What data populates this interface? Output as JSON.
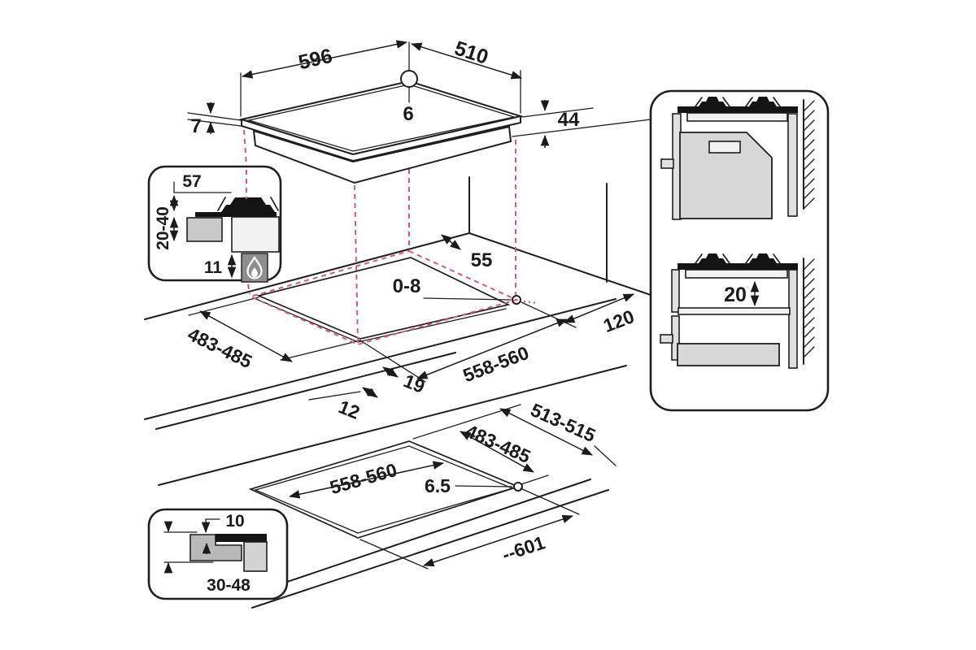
{
  "hob": {
    "width": "596",
    "depth": "510",
    "gas_inlet": "6",
    "rim_thickness": "7",
    "body_height": "44"
  },
  "section_detail": {
    "burner_height": "57",
    "counter_thickness": "20-40",
    "bottom_clearance": "11"
  },
  "worktop": {
    "rear_clearance": "55",
    "corner_play": "0-8",
    "cutout_depth": "483-485",
    "edge_gap": "19",
    "front_gap": "12",
    "cutout_width": "558-560",
    "side_clearance": "120"
  },
  "cabinet": {
    "under_clearance": "20"
  },
  "lower_worktop": {
    "cutout_width": "558-560",
    "corner_radius": "6.5",
    "cutout_depth": "483-485",
    "overall_depth": "513-515",
    "overall_width": "--601"
  },
  "edge_detail": {
    "overlap": "10",
    "thickness": "30-48"
  },
  "colors": {
    "line": "#1f1f1f",
    "projection": "#cf5c7e"
  }
}
